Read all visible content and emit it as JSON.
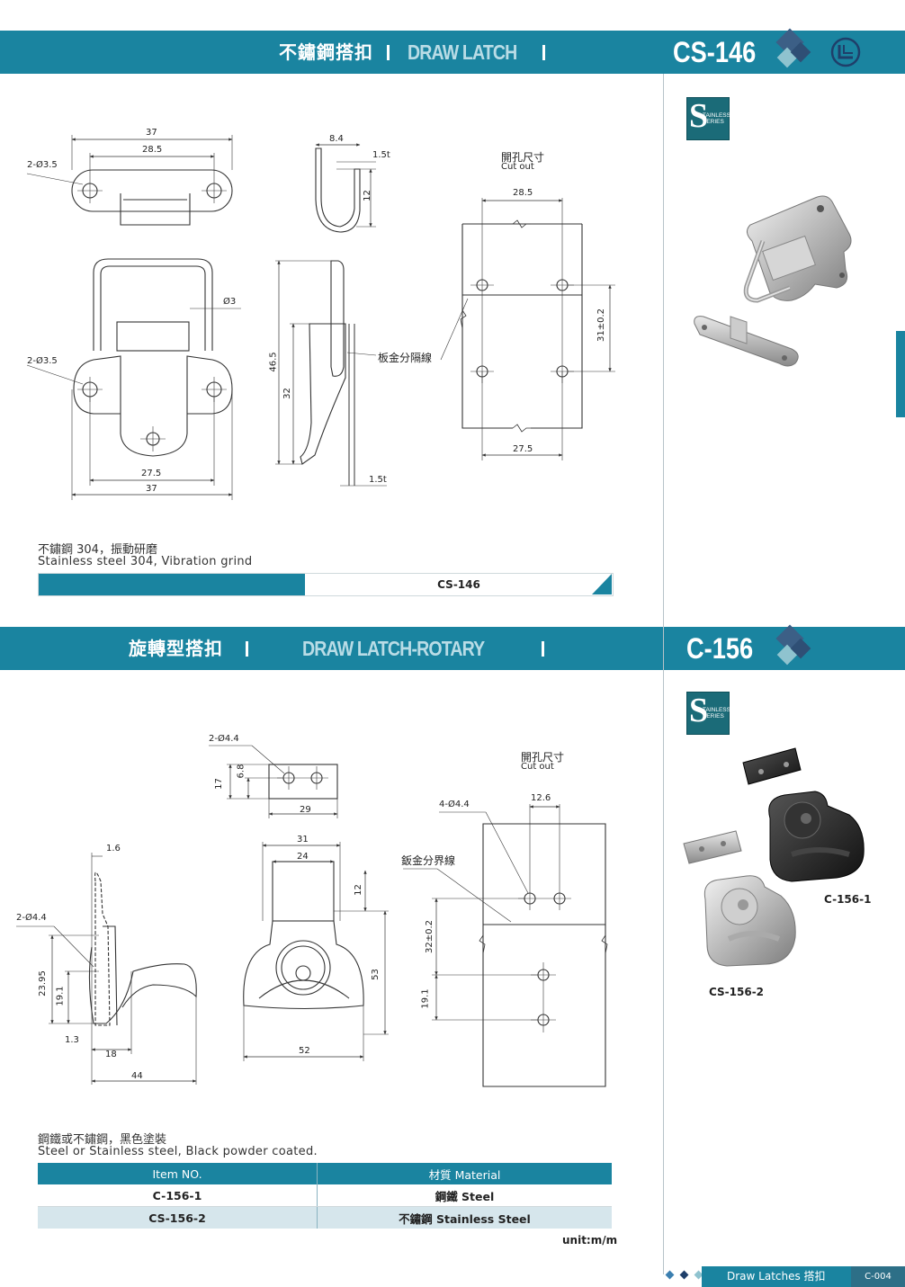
{
  "section1": {
    "title_cn": "不鏽鋼搭扣",
    "title_en": "DRAW LATCH",
    "code": "CS-146",
    "badge": {
      "letter": "S",
      "line1": "TAINLESS",
      "line2": "SERIES"
    },
    "cutout_cn": "開孔尺寸",
    "cutout_en": "Cut out",
    "sheet_label": "板金分隔線",
    "dims": {
      "d37_top": "37",
      "d285_top": "28.5",
      "hole_top": "2-Ø3.5",
      "d84": "8.4",
      "d15t_top": "1.5t",
      "d12_side": "12",
      "phi3": "Ø3",
      "hole_mid": "2-Ø3.5",
      "d465": "46.5",
      "d32": "32",
      "d275_bot": "27.5",
      "d37_bot": "37",
      "d15t_bot": "1.5t",
      "cut_285": "28.5",
      "cut_31": "31±0.2",
      "cut_275": "27.5"
    },
    "note_cn": "不鏽鋼 304，振動研磨",
    "note_en": "Stainless steel 304, Vibration grind",
    "strip_label": "CS-146"
  },
  "section2": {
    "title_cn": "旋轉型搭扣",
    "title_en": "DRAW LATCH-ROTARY",
    "code": "C-156",
    "badge": {
      "letter": "S",
      "line1": "TAINLESS",
      "line2": "SERIES"
    },
    "cutout_cn": "開孔尺寸",
    "cutout_en": "Cut out",
    "sheet_label": "鈑金分界線",
    "dims": {
      "hole_plate": "2-Ø4.4",
      "d17": "17",
      "d68": "6.8",
      "d29": "29",
      "d31": "31",
      "d24": "24",
      "d12": "12",
      "d53": "53",
      "d52": "52",
      "d16": "1.6",
      "hole_side": "2-Ø4.4",
      "d2395": "23.95",
      "d191_side": "19.1",
      "d13": "1.3",
      "d18": "18",
      "d44": "44",
      "cut_126": "12.6",
      "cut_hole": "4-Ø4.4",
      "cut_32": "32±0.2",
      "cut_191": "19.1"
    },
    "photo_labels": {
      "black": "C-156-1",
      "silver": "CS-156-2"
    },
    "note_cn": "鋼鐵或不鏽鋼，黑色塗裝",
    "note_en": "Steel or Stainless steel, Black powder coated.",
    "table": {
      "headers": [
        "Item NO.",
        "材質 Material"
      ],
      "rows": [
        [
          "C-156-1",
          "鋼鐵 Steel"
        ],
        [
          "CS-156-2",
          "不鏽鋼 Stainless Steel"
        ]
      ]
    },
    "unit": "unit:m/m"
  },
  "footer": {
    "label": "Draw Latches 搭扣",
    "page": "C-004"
  },
  "colors": {
    "band": "#1a84a0",
    "band_en_text": "#b9dce6",
    "table_alt": "#d6e6ec",
    "diamond_dark": "#3c5f86",
    "diamond_light": "#8fc3cf"
  }
}
